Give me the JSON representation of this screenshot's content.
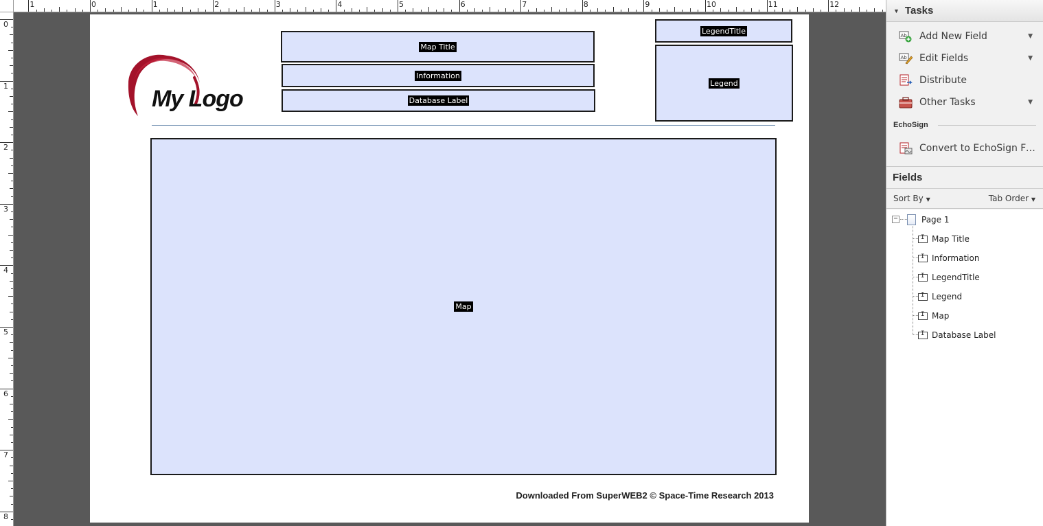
{
  "ruler": {
    "top_numbers": [
      "0",
      "1",
      "2",
      "3",
      "4",
      "5",
      "6",
      "7",
      "8",
      "9",
      "10",
      "11",
      "12"
    ],
    "left_numbers": [
      "0",
      "1",
      "2",
      "3",
      "4",
      "5",
      "6",
      "7",
      "8"
    ]
  },
  "page": {
    "logo_text": "My Logo",
    "fields": {
      "map_title": "Map Title",
      "information": "Information",
      "database_label": "Database Label",
      "legend_title": "LegendTitle",
      "legend": "Legend",
      "map": "Map"
    },
    "footer": "Downloaded From SuperWEB2 © Space-Time Research 2013"
  },
  "panel": {
    "tasks_title": "Tasks",
    "tasks": [
      {
        "label": "Add New Field",
        "icon": "add-field-icon",
        "dropdown": true
      },
      {
        "label": "Edit Fields",
        "icon": "edit-fields-icon",
        "dropdown": true
      },
      {
        "label": "Distribute",
        "icon": "distribute-icon",
        "dropdown": false
      },
      {
        "label": "Other Tasks",
        "icon": "toolbox-icon",
        "dropdown": true
      }
    ],
    "echosign_section": "EchoSign",
    "echosign_task": "Convert to EchoSign Fo...",
    "fields_title": "Fields",
    "sort_by": "Sort By",
    "tab_order": "Tab Order",
    "tree": {
      "page": "Page 1",
      "items": [
        "Map Title",
        "Information",
        "LegendTitle",
        "Legend",
        "Map",
        "Database Label"
      ]
    }
  },
  "colors": {
    "field_fill": "#dce3fc",
    "logo_red": "#a3122a",
    "workspace": "#595959"
  }
}
